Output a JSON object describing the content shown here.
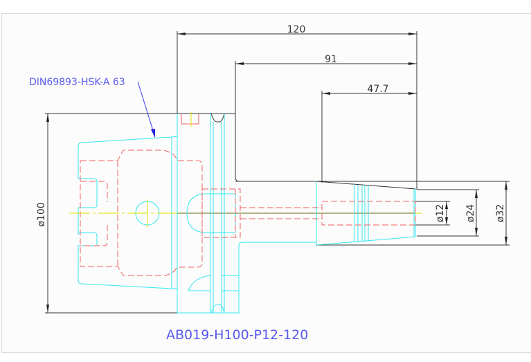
{
  "drawing": {
    "part_number": "AB019-H100-P12-120",
    "standard_label": "DIN69893-HSK-A 63",
    "dimensions": {
      "overall_length": "120",
      "shank_length": "91",
      "bore_depth": "47.7",
      "flange_diameter": "ø100",
      "bore_diameter": "ø12",
      "tip_diameter": "ø24",
      "nose_diameter": "ø32"
    }
  },
  "colors": {
    "outline": "#333333",
    "hidden": "#f06060",
    "body": "#33e6f0",
    "centerline": "#e8e000",
    "annotation": "#5a5af0"
  }
}
